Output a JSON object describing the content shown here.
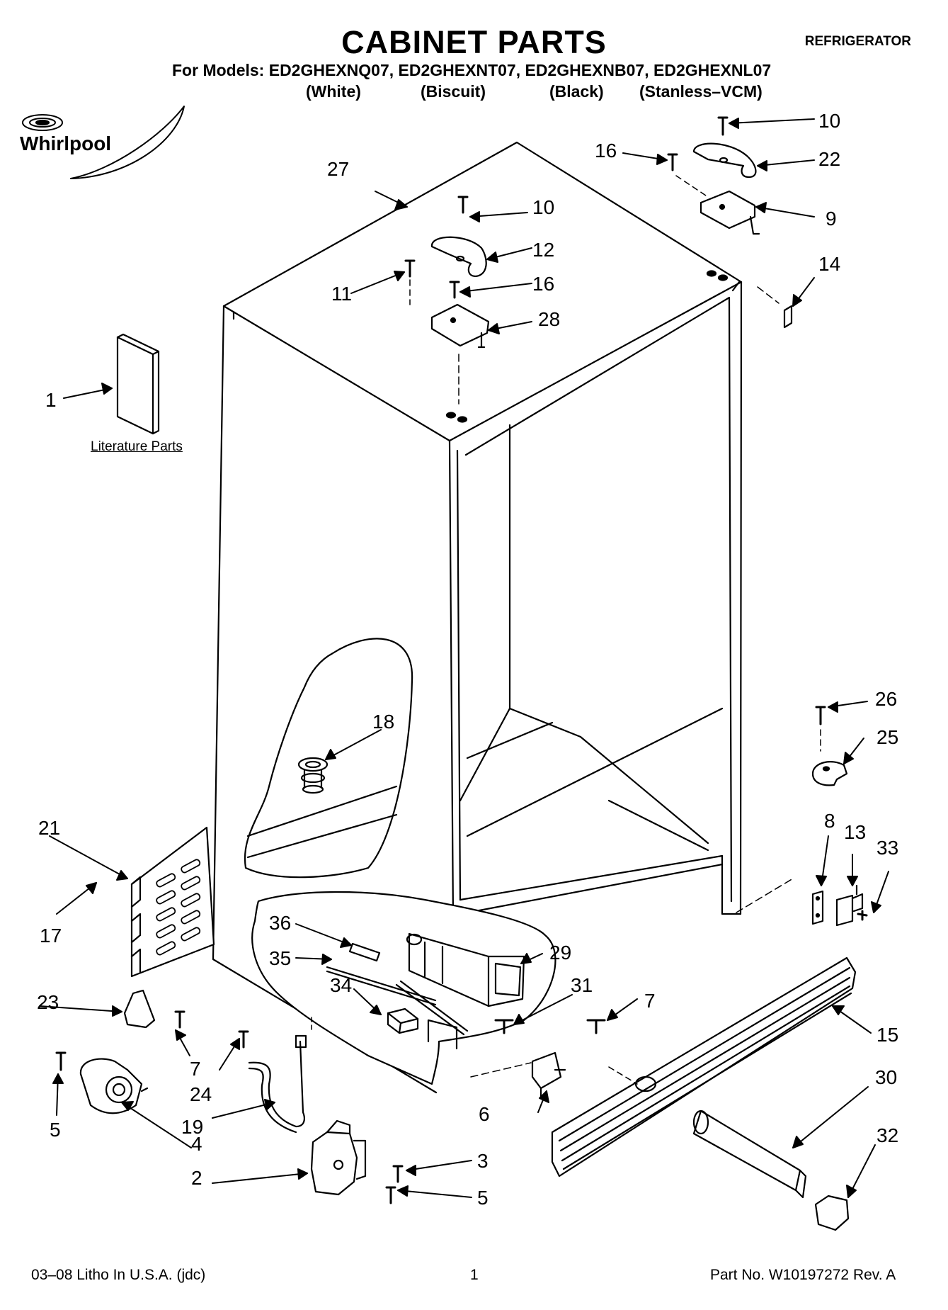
{
  "header": {
    "title": "CABINET PARTS",
    "appliance": "REFRIGERATOR",
    "models_prefix": "For Models: ",
    "models": [
      {
        "code": "ED2GHEXNQ07,",
        "color": "(White)"
      },
      {
        "code": "ED2GHEXNT07,",
        "color": "(Biscuit)"
      },
      {
        "code": "ED2GHEXNB07,",
        "color": "(Black)"
      },
      {
        "code": "ED2GHEXNL07",
        "color": "(Stanless–VCM)"
      }
    ]
  },
  "brand": {
    "logo_text": "Whirlpool",
    "logo_icon": "whirlpool-swirl-logo"
  },
  "literature_label": "Literature Parts",
  "callouts": [
    "1",
    "2",
    "3",
    "4",
    "5",
    "5",
    "6",
    "7",
    "7",
    "8",
    "9",
    "10",
    "10",
    "11",
    "12",
    "13",
    "14",
    "15",
    "16",
    "16",
    "17",
    "18",
    "19",
    "21",
    "22",
    "23",
    "24",
    "25",
    "26",
    "27",
    "28",
    "29",
    "30",
    "31",
    "32",
    "33",
    "34",
    "35",
    "36"
  ],
  "footer": {
    "litho": "03–08 Litho In U.S.A. (jdc)",
    "page": "1",
    "part_no": "Part No. W10197272 Rev. A"
  }
}
